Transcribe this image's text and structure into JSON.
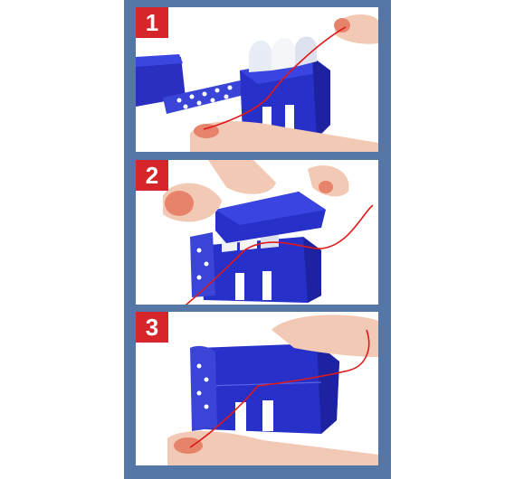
{
  "steps": [
    {
      "number": "1"
    },
    {
      "number": "2"
    },
    {
      "number": "3"
    }
  ],
  "colors": {
    "frame": "#5577a8",
    "badge": "#d7262b",
    "box": "#2730c8",
    "floss": "#e01818",
    "skin": "#f2c9b4",
    "nail": "#e8836b"
  }
}
